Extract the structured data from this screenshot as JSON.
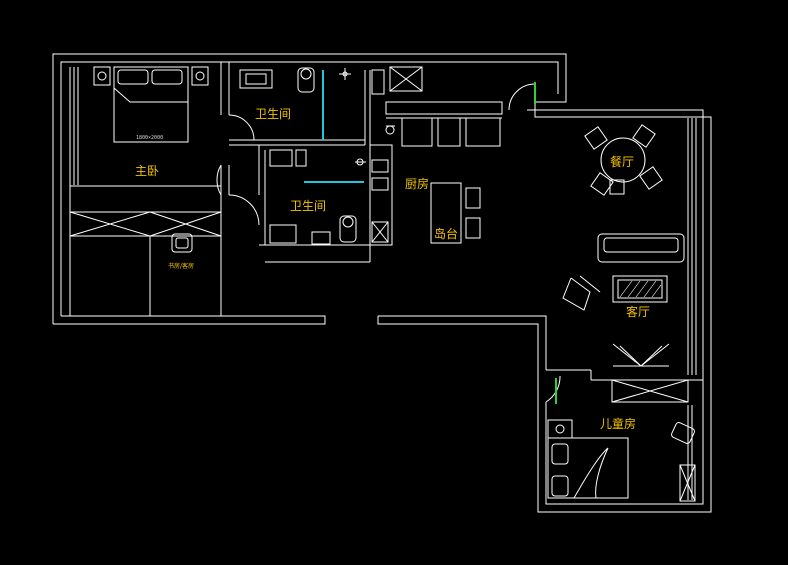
{
  "plan": {
    "rooms": {
      "master_bedroom": "主卧",
      "bathroom_top": "卫生间",
      "bathroom_mid": "卫生间",
      "kitchen": "厨房",
      "island": "岛台",
      "dining": "餐厅",
      "living": "客厅",
      "kids_room": "儿童房",
      "study": "书房/客房"
    },
    "bed_size": "1800×2000"
  }
}
